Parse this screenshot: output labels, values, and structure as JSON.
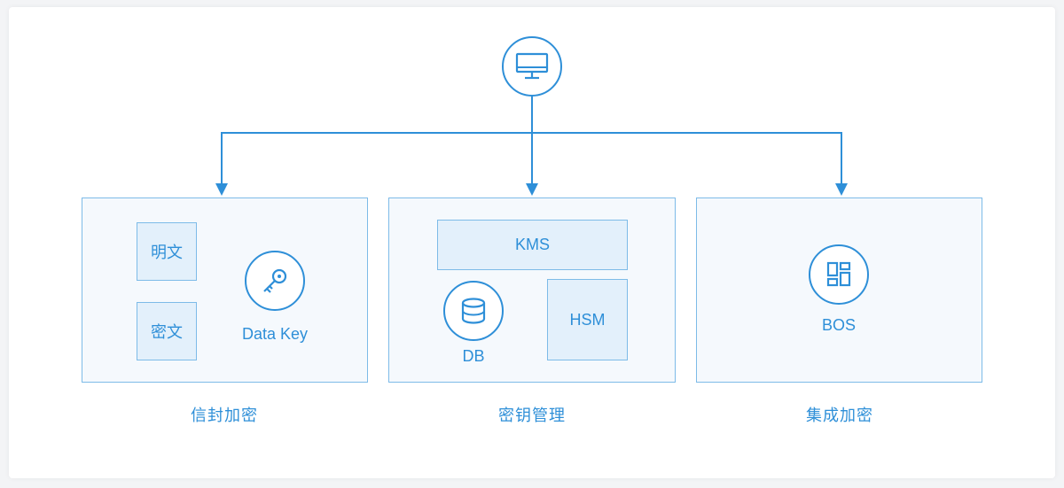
{
  "colors": {
    "accent": "#2e8fd8",
    "panel_border": "#7dbbe8",
    "panel_fill": "#f5f9fd",
    "box_fill": "#e3f0fb"
  },
  "icons": {
    "top": "computer-monitor-icon",
    "key": "key-icon",
    "db": "database-icon",
    "bos": "storage-blocks-icon"
  },
  "envelope": {
    "plaintext": "明文",
    "ciphertext": "密文",
    "data_key": "Data Key",
    "caption": "信封加密"
  },
  "kms_panel": {
    "kms": "KMS",
    "db": "DB",
    "hsm": "HSM",
    "caption": "密钥管理"
  },
  "integrated": {
    "bos": "BOS",
    "caption": "集成加密"
  }
}
